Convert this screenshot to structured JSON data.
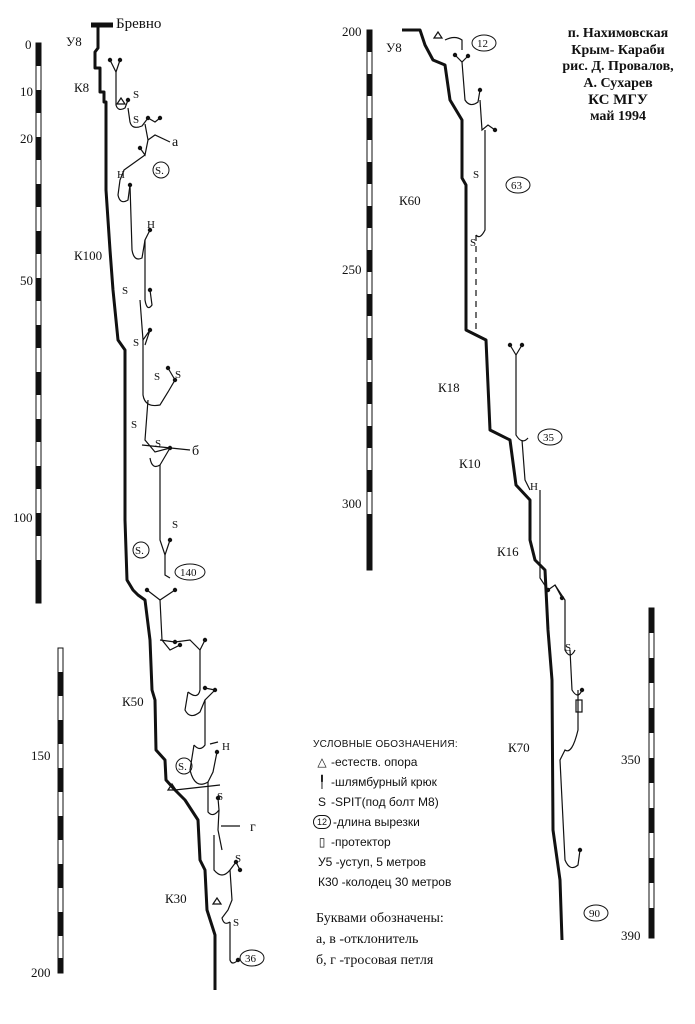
{
  "header": {
    "cave": "п. Нахимовская",
    "region": "Крым- Караби",
    "drawn_by": "рис. Д. Провалов,",
    "author2": "А. Сухарев",
    "club": "КС МГУ",
    "date": "май 1994"
  },
  "log_label": "Бревно",
  "depth_labels": [
    "0",
    "10",
    "20",
    "50",
    "100",
    "150",
    "200",
    "250",
    "300",
    "350",
    "390"
  ],
  "pitches": [
    "У8",
    "К8",
    "К100",
    "К50",
    "К30",
    "У8",
    "К60",
    "К18",
    "К10",
    "К16",
    "К70"
  ],
  "rope_lengths": [
    "140",
    "36",
    "12",
    "63",
    "35",
    "90"
  ],
  "anchor_marks": {
    "spit": "S",
    "natural": "Н",
    "spit_circled": "S."
  },
  "deviator_marks": [
    "а",
    "б",
    "г"
  ],
  "legend": {
    "title": "УСЛОВНЫЕ ОБОЗНАЧЕНИЯ:",
    "items": [
      {
        "symbol": "△",
        "text": "-естеств. опора"
      },
      {
        "symbol": "╿",
        "text": "-шлямбурный крюк"
      },
      {
        "symbol": "S",
        "text": "-SPIT(под болт М8)"
      },
      {
        "symbol": "12",
        "text": "-длина вырезки"
      },
      {
        "symbol": "▯",
        "text": "-протектор"
      },
      {
        "symbol": "",
        "text": "У5 -уступ, 5 метров"
      },
      {
        "symbol": "",
        "text": "К30 -колодец 30 метров"
      }
    ]
  },
  "letters": {
    "title": "Буквами обозначены:",
    "line1": "а, в -отклонитель",
    "line2": "б, г -тросовая петля"
  }
}
